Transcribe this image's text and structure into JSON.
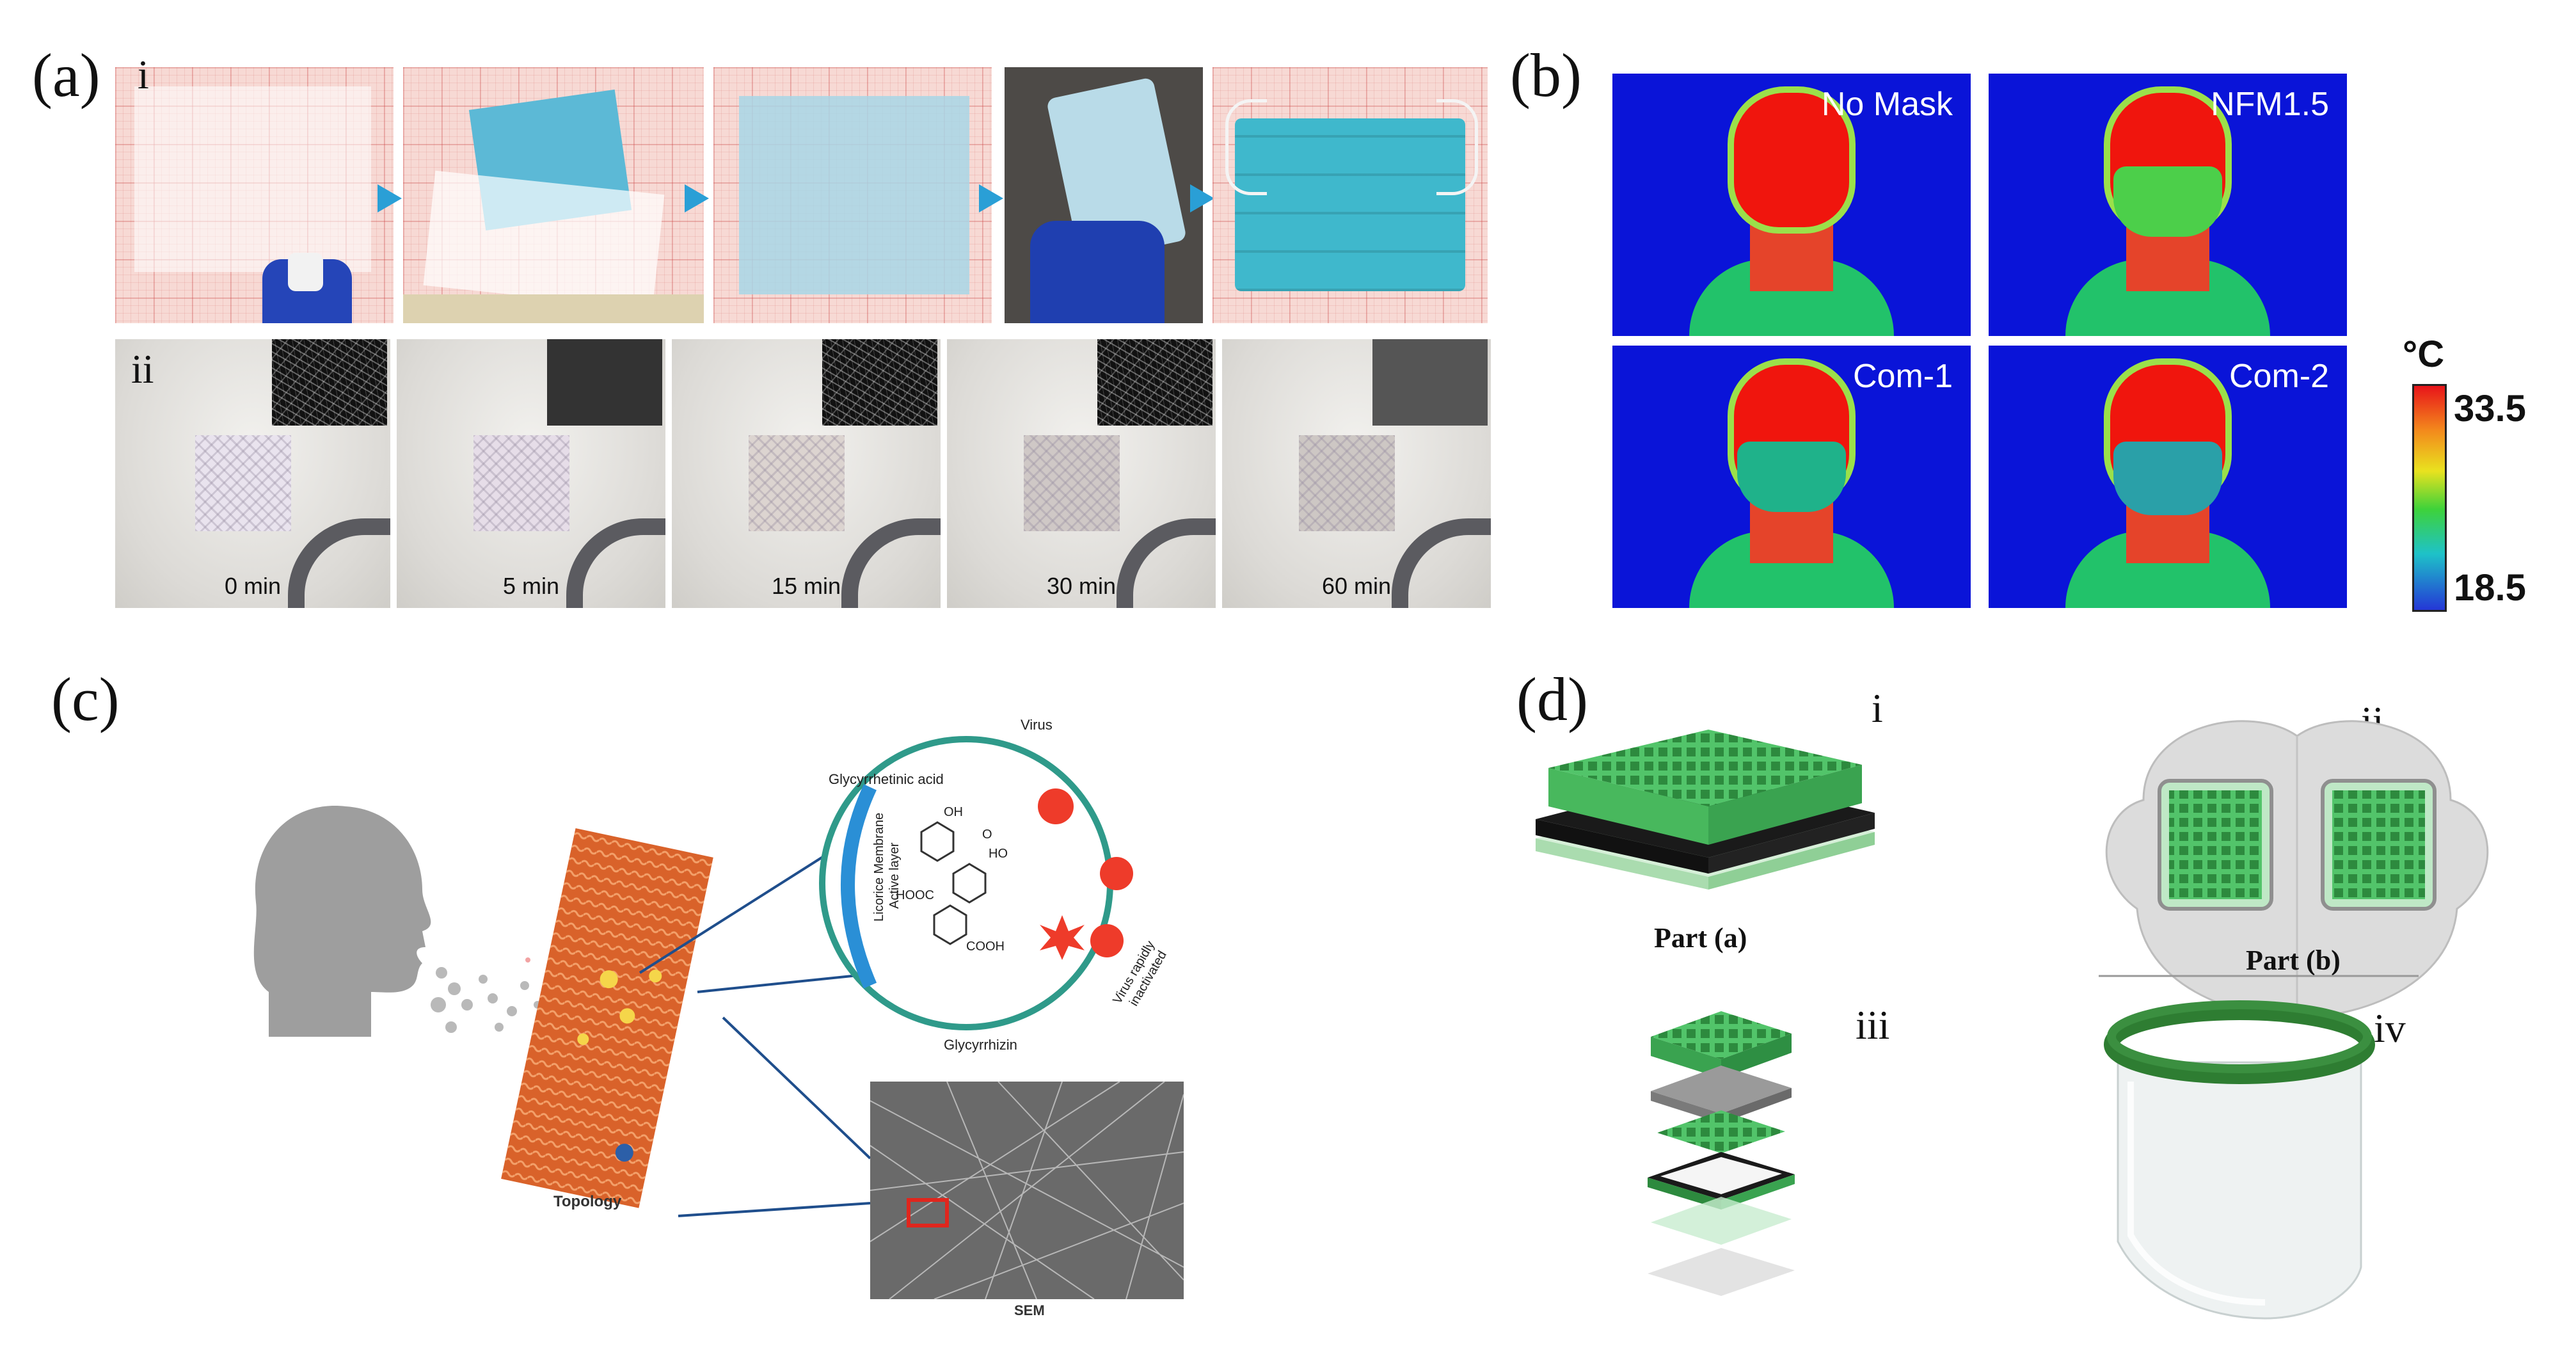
{
  "panels": {
    "a": {
      "label": "(a)",
      "row_i": "i",
      "row_ii": "ii",
      "times": [
        "0 min",
        "5 min",
        "15 min",
        "30 min",
        "60 min"
      ]
    },
    "b": {
      "label": "(b)",
      "conditions": [
        "No Mask",
        "NFM1.5",
        "Com-1",
        "Com-2"
      ],
      "colorbar": {
        "unit": "°C",
        "max": "33.5",
        "min": "18.5"
      }
    },
    "c": {
      "label": "(c)",
      "labels": {
        "glycyrrhetinic": "Glycyrrhetinic acid",
        "virus": "Virus",
        "membrane_l1": "Licorice Membrane",
        "membrane_l2": "Active layer",
        "hooc": "HOOC",
        "cooh": "COOH",
        "ho": "HO",
        "oh": "OH",
        "o": "O",
        "glycyrrhizin": "Glycyrrhizin",
        "inactivated_l1": "Virus rapidly",
        "inactivated_l2": "inactivated",
        "topology": "Topology",
        "sem": "SEM"
      }
    },
    "d": {
      "label": "(d)",
      "sub": [
        "i",
        "ii",
        "iii",
        "iv"
      ],
      "part_a": "Part (a)",
      "part_b": "Part (b)"
    }
  },
  "colors": {
    "thermal_bg": "#0a14d8",
    "mask_green": "#3fbf5a",
    "arrow_blue": "#2a9fd6",
    "shield_green": "#2e7d32"
  }
}
